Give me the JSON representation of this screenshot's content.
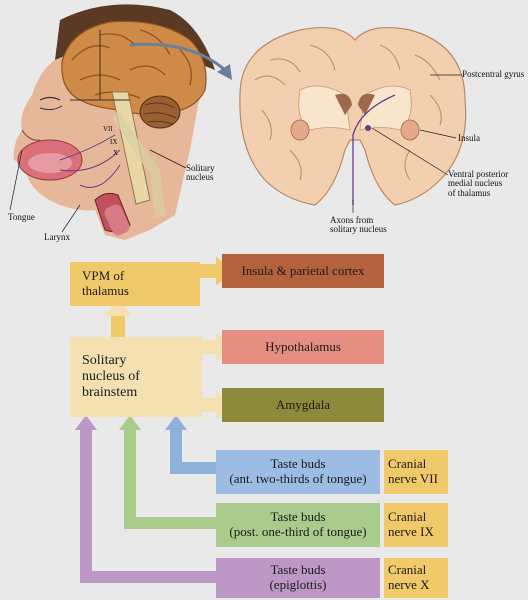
{
  "labels": {
    "tongue": "Tongue",
    "larynx": "Larynx",
    "nerve_vii": "VII",
    "nerve_ix": "IX",
    "nerve_x": "X",
    "solitary_nucleus": "Solitary\nnucleus",
    "postcentral_gyrus": "Postcentral gyrus",
    "insula": "Insula",
    "vpm_nucleus": "Ventral posterior\nmedial nucleus\nof thalamus",
    "axons": "Axons from\nsolitary nucleus"
  },
  "boxes": {
    "vpm": "VPM of\nthalamus",
    "insula": "Insula & parietal cortex",
    "solitary": "Solitary\nnucleus of\nbrainstem",
    "hypothalamus": "Hypothalamus",
    "amygdala": "Amygdala",
    "tb_anterior": "Taste buds\n(ant. two-thirds of tongue)",
    "cn_vii": "Cranial\nnerve VII",
    "tb_posterior": "Taste buds\n(post. one-third of tongue)",
    "cn_ix": "Cranial\nnerve IX",
    "tb_epiglottis": "Taste buds\n(epiglottis)",
    "cn_x": "Cranial\nnerve X"
  },
  "colors": {
    "vpm": "#f0c96a",
    "insula": "#b4623e",
    "solitary": "#f5e0b2",
    "hypothalamus": "#e58f82",
    "amygdala": "#8e8a3c",
    "taste_anterior": "#9cbce3",
    "taste_posterior": "#a9cc8c",
    "taste_epiglottis": "#bd98c6",
    "cranial_nerve": "#f0c96a"
  }
}
